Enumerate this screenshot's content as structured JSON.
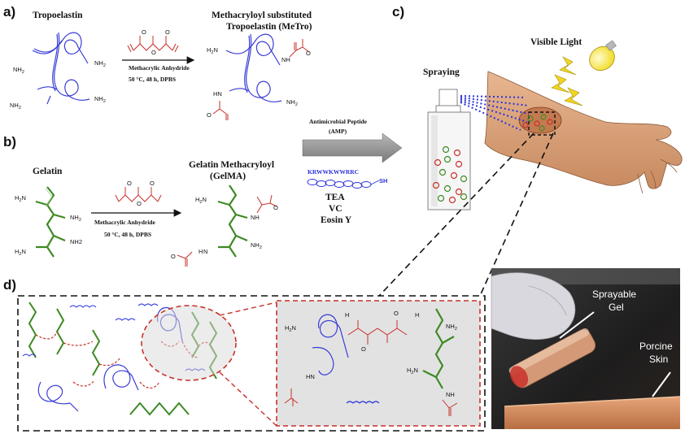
{
  "panels": {
    "a": "a)",
    "b": "b)",
    "c": "c)",
    "d": "d)"
  },
  "panel_a": {
    "start_title": "Tropoelastin",
    "reagent": "Methacrylic Anhydride",
    "conditions": "50 °C, 48 h, DPBS",
    "product_title_1": "Methacryloyl substituted",
    "product_title_2": "Tropoelastin (MeTro)"
  },
  "panel_b": {
    "start_title": "Gelatin",
    "reagent": "Methacrylic Anhydride",
    "conditions": "50 °C, 48 h, DPBS",
    "product_title_1": "Gelatin Methacryloyl",
    "product_title_2": "(GelMA)"
  },
  "chem_labels": {
    "nh2": "NH",
    "sub2": "2",
    "nh": "NH",
    "hn": "HN",
    "h": "H",
    "nh2_plain": "NH2",
    "h2n": "H",
    "n": "N",
    "o": "O"
  },
  "middle": {
    "amp_line1": "Antimicrobial Peptide",
    "amp_line2": "(AMP)",
    "sequence": "KRWWKWWRRC",
    "sh": "SH",
    "tea": "TEA",
    "vc": "VC",
    "eosin": "Eosin Y"
  },
  "panel_c": {
    "spraying": "Spraying",
    "visible_light": "Visible Light"
  },
  "photo": {
    "sprayable_1": "Sprayable",
    "sprayable_2": "Gel",
    "porcine_1": "Porcine",
    "porcine_2": "Skin"
  },
  "colors": {
    "elastin": "#3a3dd6",
    "gelatin": "#3e8a25",
    "methacryl": "#c8302a",
    "peptide": "#2b32d8",
    "arrow": "#8a8a8a",
    "gel_gray": "#e2e2e2"
  }
}
